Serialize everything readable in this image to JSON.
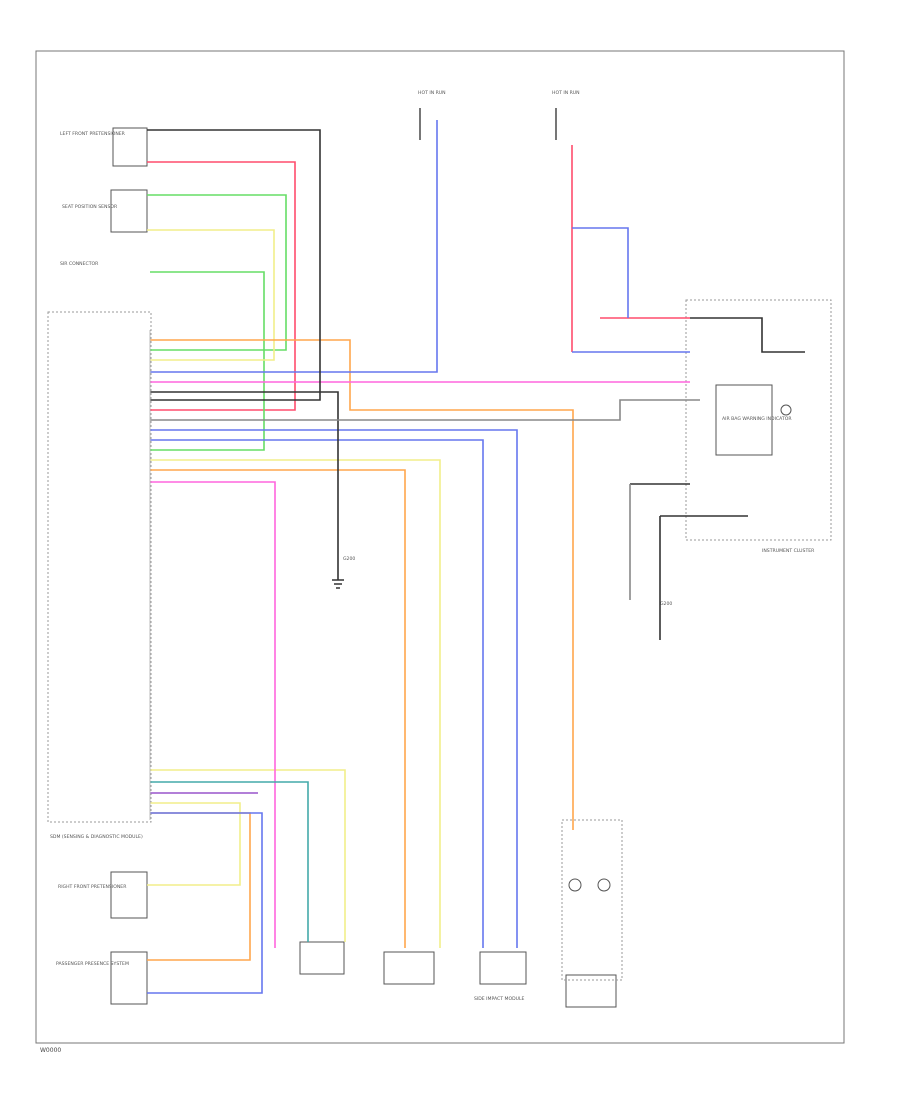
{
  "footer": {
    "code": "W0000"
  },
  "colors": {
    "red": "#ff4d6d",
    "green": "#66dd66",
    "yellow": "#f2ee8a",
    "orange": "#ffa64d",
    "blue": "#6677ee",
    "purple": "#9955cc",
    "pink": "#ff66dd",
    "teal": "#44aaaa",
    "gray": "#888888",
    "black": "#333333",
    "white": "#cccccc"
  },
  "labels": {
    "fuse_a": "HOT IN RUN",
    "fuse_b": "HOT IN RUN",
    "module": "SDM (SENSING & DIAGNOSTIC MODULE)",
    "connector": "SIR CONNECTOR",
    "lamp": "AIR BAG WARNING INDICATOR",
    "ground": "G200",
    "ipc": "INSTRUMENT CLUSTER",
    "seat_sensor": "SEAT POSITION SENSOR",
    "left_pretensioner": "LEFT FRONT PRETENSIONER",
    "right_pretensioner": "RIGHT FRONT PRETENSIONER",
    "side_module": "SIDE IMPACT MODULE",
    "occupant_sensor": "PASSENGER PRESENCE SYSTEM"
  }
}
